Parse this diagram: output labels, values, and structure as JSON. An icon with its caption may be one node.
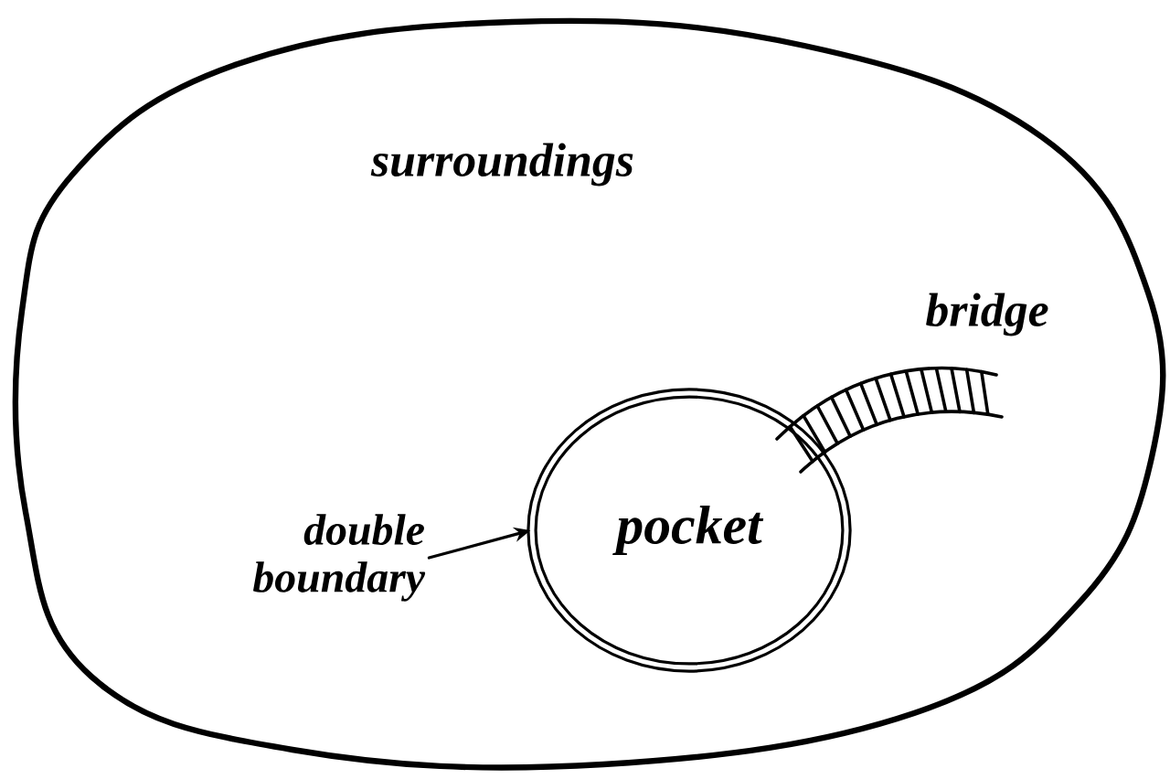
{
  "diagram": {
    "nodes": [
      {
        "text": [
          "surroundings"
        ]
      },
      {
        "text": [
          "pocket"
        ],
        "in": 0
      },
      {
        "text": [
          "double boundary"
        ],
        "in": 0
      }
    ],
    "edges": [
      {
        "from": 2,
        "to": 1,
        "arrow": "to"
      }
    ],
    "labels": [
      "bridge"
    ]
  }
}
